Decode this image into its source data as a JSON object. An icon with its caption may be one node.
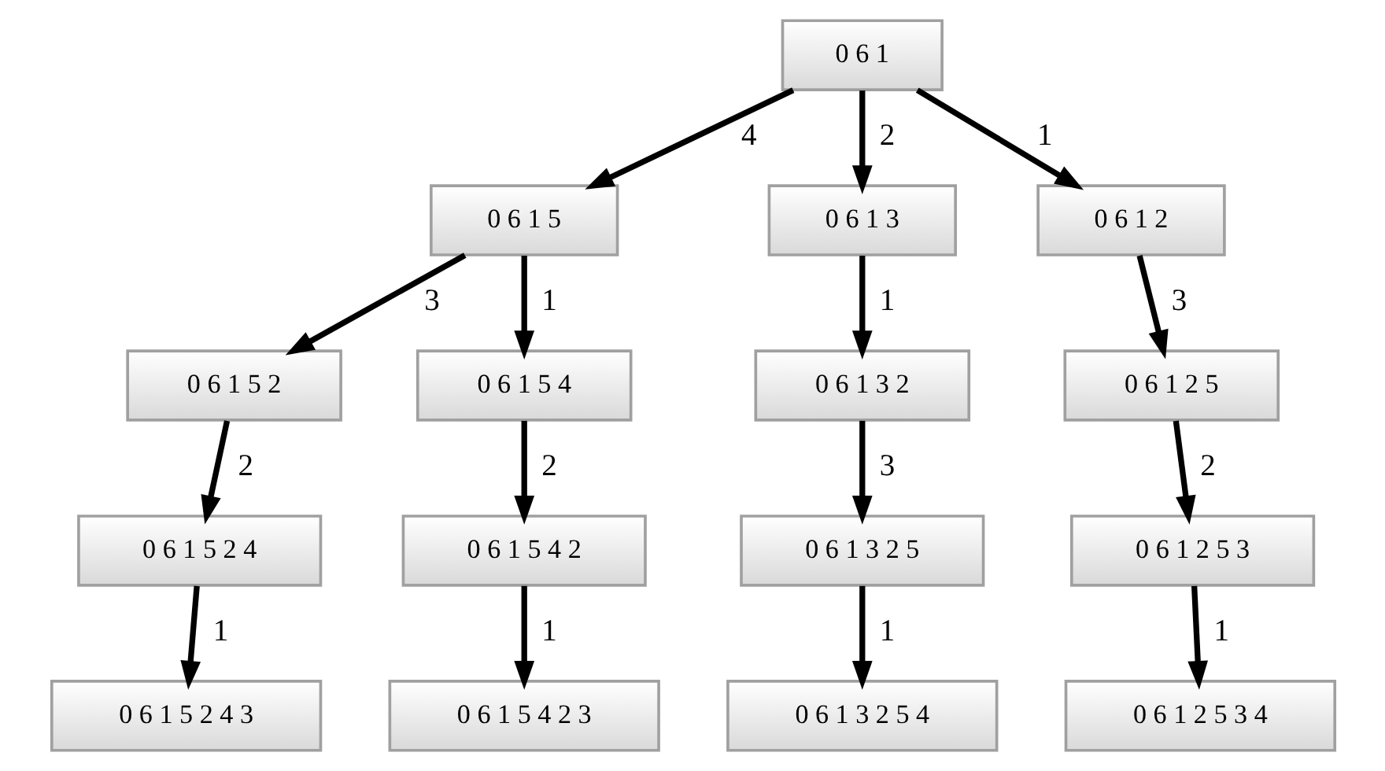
{
  "diagram": {
    "nodes": [
      {
        "text": [
          "0 6 1"
        ]
      },
      {
        "text": [
          "0 6 1 5"
        ]
      },
      {
        "text": [
          "0 6 1 3"
        ]
      },
      {
        "text": [
          "0 6 1 2"
        ]
      },
      {
        "text": [
          "0 6 1 5 2"
        ]
      },
      {
        "text": [
          "0 6 1 5 4"
        ]
      },
      {
        "text": [
          "0 6 1 3 2"
        ]
      },
      {
        "text": [
          "0 6 1 2 5"
        ]
      },
      {
        "text": [
          "0 6 1 5 2 4"
        ]
      },
      {
        "text": [
          "0 6 1 5 4 2"
        ]
      },
      {
        "text": [
          "0 6 1 3 2 5"
        ]
      },
      {
        "text": [
          "0 6 1 2 5 3"
        ]
      },
      {
        "text": [
          "0 6 1 5 2 4 3"
        ]
      },
      {
        "text": [
          "0 6 1 5 4 2 3"
        ]
      },
      {
        "text": [
          "0 6 1 3 2 5 4"
        ]
      },
      {
        "text": [
          "0 6 1 2 5 3 4"
        ]
      }
    ],
    "edges": [
      {
        "from": 0,
        "to": 1,
        "arrow": "to",
        "label": "4"
      },
      {
        "from": 0,
        "to": 2,
        "arrow": "to",
        "label": "2"
      },
      {
        "from": 0,
        "to": 3,
        "arrow": "to",
        "label": "1"
      },
      {
        "from": 1,
        "to": 4,
        "arrow": "to",
        "label": "3"
      },
      {
        "from": 1,
        "to": 5,
        "arrow": "to",
        "label": "1"
      },
      {
        "from": 2,
        "to": 6,
        "arrow": "to",
        "label": "1"
      },
      {
        "from": 3,
        "to": 7,
        "arrow": "to",
        "label": "3"
      },
      {
        "from": 4,
        "to": 8,
        "arrow": "to",
        "label": "2"
      },
      {
        "from": 5,
        "to": 9,
        "arrow": "to",
        "label": "2"
      },
      {
        "from": 6,
        "to": 10,
        "arrow": "to",
        "label": "3"
      },
      {
        "from": 7,
        "to": 11,
        "arrow": "to",
        "label": "2"
      },
      {
        "from": 8,
        "to": 12,
        "arrow": "to",
        "label": "1"
      },
      {
        "from": 9,
        "to": 13,
        "arrow": "to",
        "label": "1"
      },
      {
        "from": 10,
        "to": 14,
        "arrow": "to",
        "label": "1"
      },
      {
        "from": 11,
        "to": 15,
        "arrow": "to",
        "label": "1"
      }
    ]
  }
}
